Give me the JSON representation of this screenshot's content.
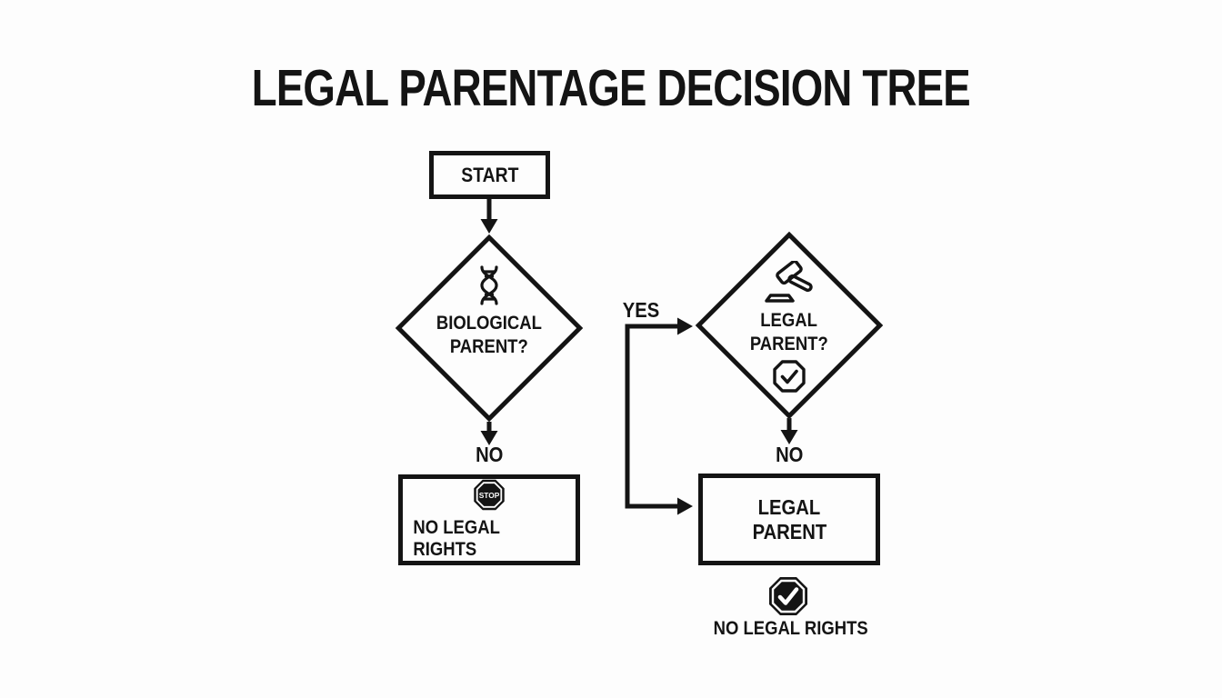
{
  "title": "LEGAL PARENTAGE DECISION TREE",
  "colors": {
    "background": "#fdfdfd",
    "ink": "#141414"
  },
  "nodes": {
    "start": {
      "label": "START"
    },
    "biological_decision": {
      "line1": "BIOLOGICAL",
      "line2": "PARENT?",
      "icon": "dna-icon"
    },
    "legal_decision": {
      "line1": "LEGAL",
      "line2": "PARENT?",
      "icon": "gavel-icon",
      "badge_icon": "check-octagon-outline-icon"
    },
    "no_legal_rights_box": {
      "label": "NO LEGAL RIGHTS",
      "icon": "stop-sign-icon",
      "stop_icon_text": "STOP"
    },
    "legal_parent_box": {
      "line1": "LEGAL",
      "line2": "PARENT"
    },
    "final_outcome": {
      "label": "NO LEGAL RIGHTS",
      "icon": "check-octagon-filled-icon"
    }
  },
  "edges": {
    "biological_no": "NO",
    "biological_yes": "YES",
    "legal_no": "NO"
  }
}
